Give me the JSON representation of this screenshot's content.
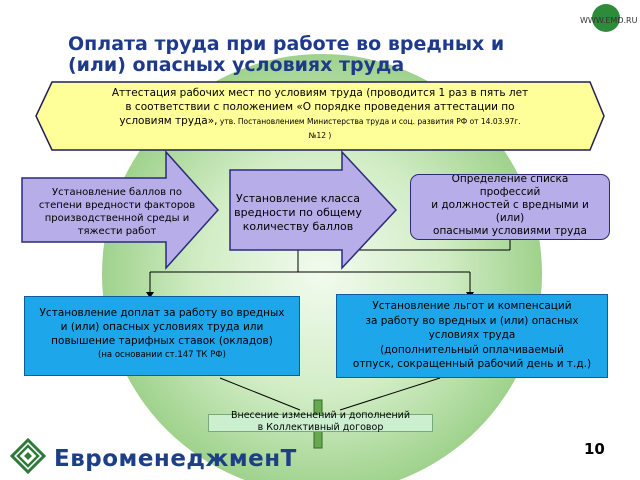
{
  "watermark": "WWW.EMD.RU",
  "title_line1": "Оплата труда при работе во вредных и",
  "title_line2": "(или) опасных условиях труда",
  "attestation": {
    "line1": "Аттестация рабочих мест по условиям труда (проводится 1 раз в пять лет",
    "line2": "в соответствии с положением «О порядке проведения аттестации по",
    "line3_main": "условиям труда»,",
    "line3_small": " утв. Постановлением Министерства труда и соц. развития РФ от 14.03.97г.",
    "line4": "№12 )"
  },
  "arrow1": {
    "line1": "Установление баллов по",
    "line2": "степени вредности факторов",
    "line3": "производственной среды и",
    "line4": "тяжести работ"
  },
  "arrow2": {
    "line1": "Установление класса",
    "line2": "вредности по общему",
    "line3": "количеству баллов"
  },
  "box_professions": {
    "line1": "Определение списка",
    "line2": "профессий",
    "line3": "и должностей с вредными и",
    "line4": "(или)",
    "line5": "опасными условиями труда"
  },
  "box_payments": {
    "line1": "Установление доплат за работу во вредных",
    "line2": "и (или) опасных условиях труда или",
    "line3": "повышение тарифных ставок (окладов)",
    "line4": "(на основании ст.147 ТК РФ)"
  },
  "box_benefits": {
    "line1": "Установление льгот и компенсаций",
    "line2": "за работу во вредных и (или) опасных",
    "line3": "условиях труда",
    "line4": "(дополнительный оплачиваемый",
    "line5": "отпуск, сокращенный рабочий день и т.д.)"
  },
  "bottom_box": {
    "line1": "Внесение изменений и дополнений",
    "line2": "в Коллективный договор"
  },
  "logo_text": "ЕвроменеджменТ",
  "page_number": "10",
  "colors": {
    "title": "#1f3a8a",
    "attestation_fill": "#ffff99",
    "arrow_fill": "#b7aee9",
    "cyan_fill": "#1ea6ea",
    "green_circle": "#b5dfa0",
    "bottom_box_fill": "#ccefd0"
  }
}
